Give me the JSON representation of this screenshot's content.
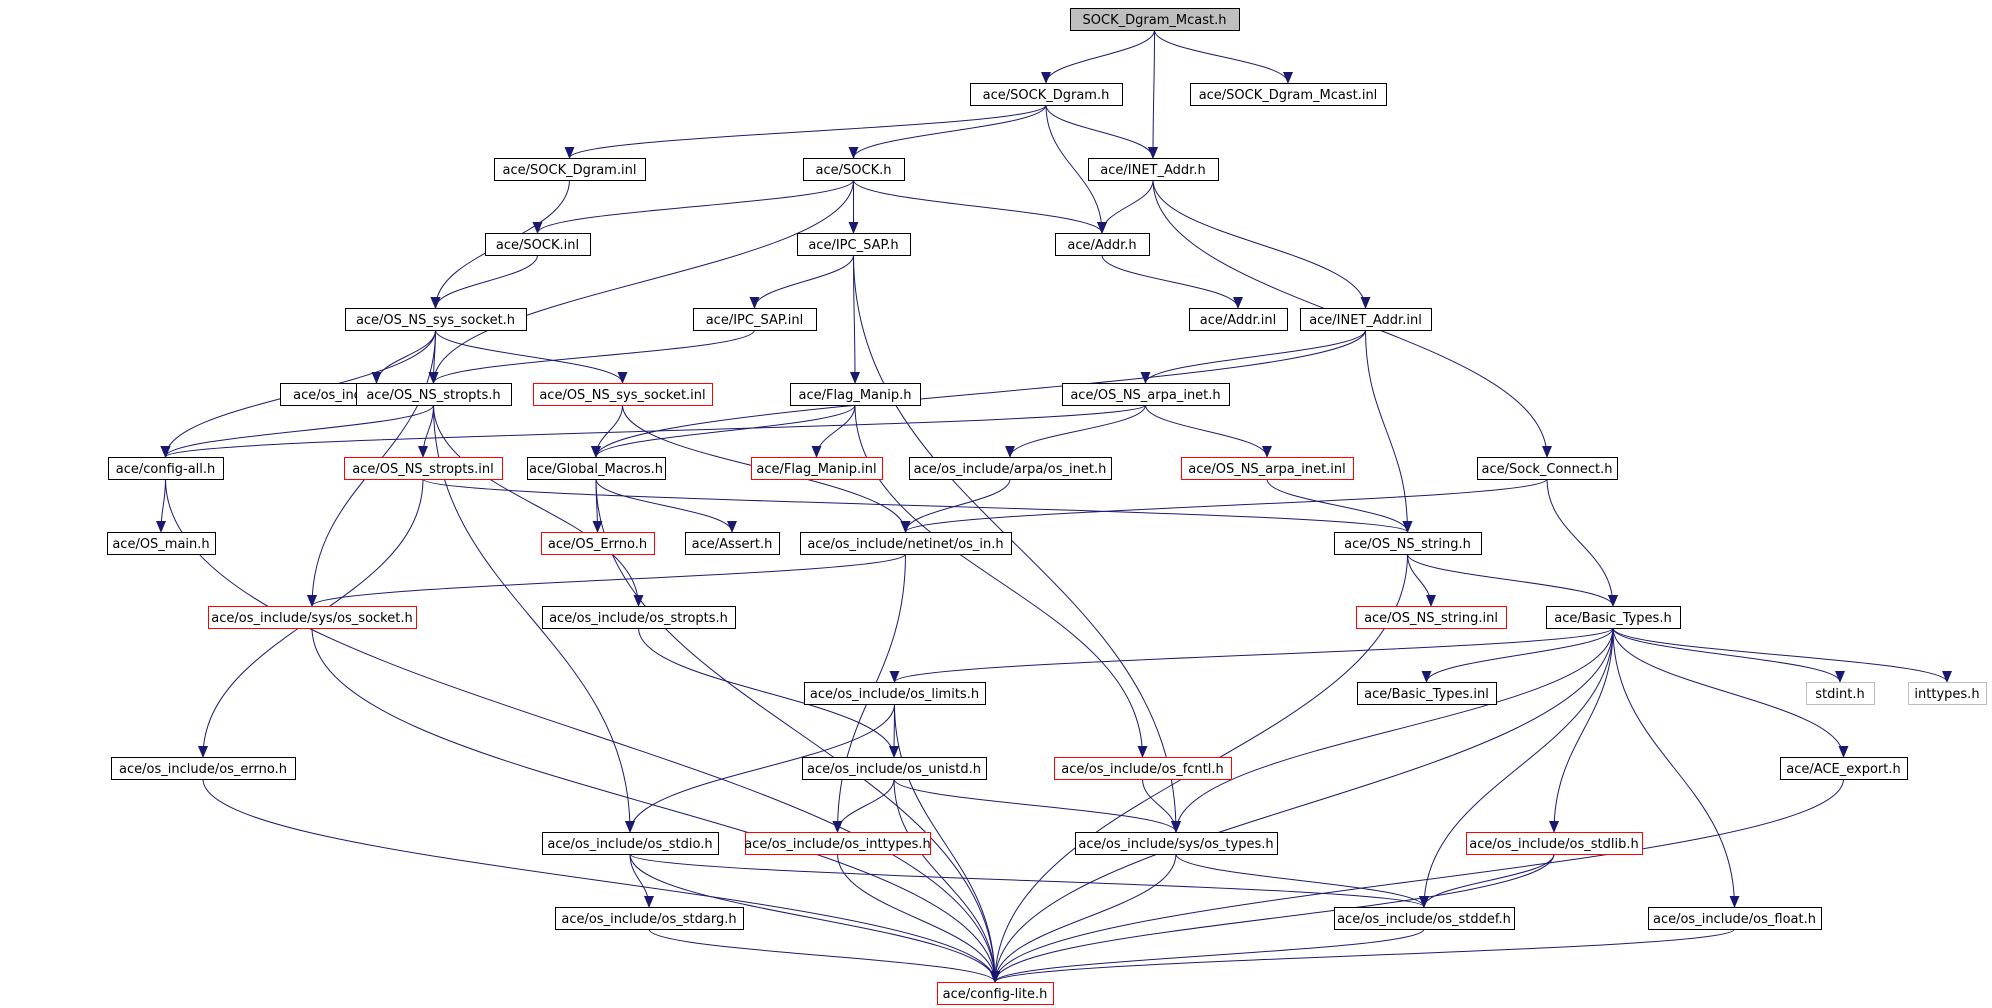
{
  "nodes": [
    {
      "id": "root",
      "label": "SOCK_Dgram_Mcast.h",
      "kind": "root"
    },
    {
      "id": "sock_dgram_h",
      "label": "ace/SOCK_Dgram.h",
      "kind": "normal"
    },
    {
      "id": "sock_dgram_mcast_inl",
      "label": "ace/SOCK_Dgram_Mcast.inl",
      "kind": "normal"
    },
    {
      "id": "sock_dgram_inl",
      "label": "ace/SOCK_Dgram.inl",
      "kind": "normal"
    },
    {
      "id": "sock_h",
      "label": "ace/SOCK.h",
      "kind": "normal"
    },
    {
      "id": "inet_addr_h",
      "label": "ace/INET_Addr.h",
      "kind": "normal"
    },
    {
      "id": "sock_inl",
      "label": "ace/SOCK.inl",
      "kind": "normal"
    },
    {
      "id": "ipc_sap_h",
      "label": "ace/IPC_SAP.h",
      "kind": "normal"
    },
    {
      "id": "addr_h",
      "label": "ace/Addr.h",
      "kind": "normal"
    },
    {
      "id": "os_ns_sys_socket_h",
      "label": "ace/OS_NS_sys_socket.h",
      "kind": "normal"
    },
    {
      "id": "ipc_sap_inl",
      "label": "ace/IPC_SAP.inl",
      "kind": "normal"
    },
    {
      "id": "addr_inl",
      "label": "ace/Addr.inl",
      "kind": "normal"
    },
    {
      "id": "inet_addr_inl",
      "label": "ace/INET_Addr.inl",
      "kind": "normal"
    },
    {
      "id": "os_if_h",
      "label": "ace/os_include/net/os_if.h",
      "kind": "normal"
    },
    {
      "id": "os_ns_stropts_h",
      "label": "ace/OS_NS_stropts.h",
      "kind": "normal"
    },
    {
      "id": "os_ns_sys_socket_inl",
      "label": "ace/OS_NS_sys_socket.inl",
      "kind": "truncated"
    },
    {
      "id": "flag_manip_h",
      "label": "ace/Flag_Manip.h",
      "kind": "normal"
    },
    {
      "id": "os_ns_arpa_inet_h",
      "label": "ace/OS_NS_arpa_inet.h",
      "kind": "normal"
    },
    {
      "id": "config_all_h",
      "label": "ace/config-all.h",
      "kind": "normal"
    },
    {
      "id": "os_ns_stropts_inl",
      "label": "ace/OS_NS_stropts.inl",
      "kind": "truncated"
    },
    {
      "id": "global_macros_h",
      "label": "ace/Global_Macros.h",
      "kind": "normal"
    },
    {
      "id": "flag_manip_inl",
      "label": "ace/Flag_Manip.inl",
      "kind": "truncated"
    },
    {
      "id": "arpa_os_inet_h",
      "label": "ace/os_include/arpa/os_inet.h",
      "kind": "normal"
    },
    {
      "id": "os_ns_arpa_inet_inl",
      "label": "ace/OS_NS_arpa_inet.inl",
      "kind": "truncated"
    },
    {
      "id": "sock_connect_h",
      "label": "ace/Sock_Connect.h",
      "kind": "normal"
    },
    {
      "id": "os_main_h",
      "label": "ace/OS_main.h",
      "kind": "normal"
    },
    {
      "id": "os_errno_ace_h",
      "label": "ace/OS_Errno.h",
      "kind": "truncated"
    },
    {
      "id": "assert_h",
      "label": "ace/Assert.h",
      "kind": "normal"
    },
    {
      "id": "netinet_os_in_h",
      "label": "ace/os_include/netinet/os_in.h",
      "kind": "normal"
    },
    {
      "id": "os_ns_string_h",
      "label": "ace/OS_NS_string.h",
      "kind": "normal"
    },
    {
      "id": "sys_os_socket_h",
      "label": "ace/os_include/sys/os_socket.h",
      "kind": "truncated"
    },
    {
      "id": "os_stropts_h",
      "label": "ace/os_include/os_stropts.h",
      "kind": "normal"
    },
    {
      "id": "os_ns_string_inl",
      "label": "ace/OS_NS_string.inl",
      "kind": "truncated"
    },
    {
      "id": "basic_types_h",
      "label": "ace/Basic_Types.h",
      "kind": "normal"
    },
    {
      "id": "os_limits_h",
      "label": "ace/os_include/os_limits.h",
      "kind": "normal"
    },
    {
      "id": "basic_types_inl",
      "label": "ace/Basic_Types.inl",
      "kind": "normal"
    },
    {
      "id": "stdint_h",
      "label": "stdint.h",
      "kind": "external"
    },
    {
      "id": "inttypes_h",
      "label": "inttypes.h",
      "kind": "external"
    },
    {
      "id": "os_errno_h",
      "label": "ace/os_include/os_errno.h",
      "kind": "normal"
    },
    {
      "id": "os_unistd_h",
      "label": "ace/os_include/os_unistd.h",
      "kind": "normal"
    },
    {
      "id": "os_fcntl_h",
      "label": "ace/os_include/os_fcntl.h",
      "kind": "truncated"
    },
    {
      "id": "ace_export_h",
      "label": "ace/ACE_export.h",
      "kind": "normal"
    },
    {
      "id": "os_stdio_h",
      "label": "ace/os_include/os_stdio.h",
      "kind": "normal"
    },
    {
      "id": "os_inttypes_h",
      "label": "ace/os_include/os_inttypes.h",
      "kind": "truncated"
    },
    {
      "id": "sys_os_types_h",
      "label": "ace/os_include/sys/os_types.h",
      "kind": "normal"
    },
    {
      "id": "os_stdlib_h",
      "label": "ace/os_include/os_stdlib.h",
      "kind": "truncated"
    },
    {
      "id": "os_stdarg_h",
      "label": "ace/os_include/os_stdarg.h",
      "kind": "normal"
    },
    {
      "id": "os_stddef_h",
      "label": "ace/os_include/os_stddef.h",
      "kind": "normal"
    },
    {
      "id": "os_float_h",
      "label": "ace/os_include/os_float.h",
      "kind": "normal"
    },
    {
      "id": "config_lite_h",
      "label": "ace/config-lite.h",
      "kind": "truncated"
    }
  ],
  "edges": [
    [
      "root",
      "sock_dgram_h"
    ],
    [
      "root",
      "inet_addr_h"
    ],
    [
      "root",
      "sock_dgram_mcast_inl"
    ],
    [
      "sock_dgram_h",
      "sock_dgram_inl"
    ],
    [
      "sock_dgram_h",
      "sock_h"
    ],
    [
      "sock_dgram_h",
      "addr_h"
    ],
    [
      "sock_dgram_h",
      "inet_addr_h"
    ],
    [
      "sock_dgram_inl",
      "os_ns_sys_socket_h"
    ],
    [
      "sock_h",
      "sock_inl"
    ],
    [
      "sock_h",
      "ipc_sap_h"
    ],
    [
      "sock_h",
      "addr_h"
    ],
    [
      "sock_h",
      "os_ns_stropts_h"
    ],
    [
      "sock_inl",
      "os_ns_sys_socket_h"
    ],
    [
      "inet_addr_h",
      "addr_h"
    ],
    [
      "inet_addr_h",
      "inet_addr_inl"
    ],
    [
      "inet_addr_h",
      "sock_connect_h"
    ],
    [
      "addr_h",
      "addr_inl"
    ],
    [
      "ipc_sap_h",
      "ipc_sap_inl"
    ],
    [
      "ipc_sap_h",
      "flag_manip_h"
    ],
    [
      "ipc_sap_h",
      "sys_os_types_h"
    ],
    [
      "ipc_sap_inl",
      "os_ns_stropts_h"
    ],
    [
      "os_ns_sys_socket_h",
      "os_if_h"
    ],
    [
      "os_ns_sys_socket_h",
      "os_ns_stropts_h"
    ],
    [
      "os_ns_sys_socket_h",
      "os_ns_sys_socket_inl"
    ],
    [
      "os_ns_sys_socket_h",
      "config_all_h"
    ],
    [
      "os_ns_sys_socket_h",
      "sys_os_socket_h"
    ],
    [
      "inet_addr_inl",
      "os_ns_arpa_inet_h"
    ],
    [
      "inet_addr_inl",
      "global_macros_h"
    ],
    [
      "inet_addr_inl",
      "os_ns_string_h"
    ],
    [
      "os_ns_stropts_h",
      "config_all_h"
    ],
    [
      "os_ns_stropts_h",
      "os_ns_stropts_inl"
    ],
    [
      "os_ns_stropts_h",
      "os_stropts_h"
    ],
    [
      "os_ns_stropts_h",
      "os_stdio_h"
    ],
    [
      "os_ns_sys_socket_inl",
      "global_macros_h"
    ],
    [
      "os_ns_sys_socket_inl",
      "netinet_os_in_h"
    ],
    [
      "flag_manip_h",
      "global_macros_h"
    ],
    [
      "flag_manip_h",
      "flag_manip_inl"
    ],
    [
      "flag_manip_h",
      "os_fcntl_h"
    ],
    [
      "os_ns_arpa_inet_h",
      "config_all_h"
    ],
    [
      "os_ns_arpa_inet_h",
      "arpa_os_inet_h"
    ],
    [
      "os_ns_arpa_inet_h",
      "os_ns_arpa_inet_inl"
    ],
    [
      "config_all_h",
      "os_main_h"
    ],
    [
      "config_all_h",
      "config_lite_h"
    ],
    [
      "os_ns_stropts_inl",
      "os_ns_string_h"
    ],
    [
      "os_ns_stropts_inl",
      "os_errno_h"
    ],
    [
      "global_macros_h",
      "os_errno_ace_h"
    ],
    [
      "global_macros_h",
      "assert_h"
    ],
    [
      "global_macros_h",
      "config_lite_h"
    ],
    [
      "arpa_os_inet_h",
      "netinet_os_in_h"
    ],
    [
      "os_ns_arpa_inet_inl",
      "os_ns_string_h"
    ],
    [
      "sock_connect_h",
      "netinet_os_in_h"
    ],
    [
      "sock_connect_h",
      "basic_types_h"
    ],
    [
      "netinet_os_in_h",
      "sys_os_socket_h"
    ],
    [
      "netinet_os_in_h",
      "os_inttypes_h"
    ],
    [
      "os_ns_string_h",
      "os_ns_string_inl"
    ],
    [
      "os_ns_string_h",
      "basic_types_h"
    ],
    [
      "os_ns_string_h",
      "config_lite_h"
    ],
    [
      "sys_os_socket_h",
      "config_lite_h"
    ],
    [
      "os_stropts_h",
      "os_unistd_h"
    ],
    [
      "basic_types_h",
      "os_limits_h"
    ],
    [
      "basic_types_h",
      "basic_types_inl"
    ],
    [
      "basic_types_h",
      "stdint_h"
    ],
    [
      "basic_types_h",
      "inttypes_h"
    ],
    [
      "basic_types_h",
      "ace_export_h"
    ],
    [
      "basic_types_h",
      "os_float_h"
    ],
    [
      "basic_types_h",
      "os_stdlib_h"
    ],
    [
      "basic_types_h",
      "os_stddef_h"
    ],
    [
      "basic_types_h",
      "sys_os_types_h"
    ],
    [
      "basic_types_h",
      "config_lite_h"
    ],
    [
      "os_limits_h",
      "os_unistd_h"
    ],
    [
      "os_limits_h",
      "os_stdio_h"
    ],
    [
      "os_limits_h",
      "config_lite_h"
    ],
    [
      "os_errno_h",
      "config_lite_h"
    ],
    [
      "os_unistd_h",
      "os_inttypes_h"
    ],
    [
      "os_unistd_h",
      "sys_os_types_h"
    ],
    [
      "os_unistd_h",
      "config_lite_h"
    ],
    [
      "os_fcntl_h",
      "sys_os_types_h"
    ],
    [
      "ace_export_h",
      "config_lite_h"
    ],
    [
      "os_stdio_h",
      "os_stdarg_h"
    ],
    [
      "os_stdio_h",
      "os_stddef_h"
    ],
    [
      "os_stdio_h",
      "config_lite_h"
    ],
    [
      "os_inttypes_h",
      "config_lite_h"
    ],
    [
      "sys_os_types_h",
      "os_stddef_h"
    ],
    [
      "sys_os_types_h",
      "config_lite_h"
    ],
    [
      "os_stdlib_h",
      "os_stddef_h"
    ],
    [
      "os_stdlib_h",
      "config_lite_h"
    ],
    [
      "os_stdarg_h",
      "config_lite_h"
    ],
    [
      "os_stddef_h",
      "config_lite_h"
    ],
    [
      "os_float_h",
      "config_lite_h"
    ]
  ],
  "colors": {
    "edge": "#191970",
    "normal_border": "#000000",
    "truncated_border": "#ff0000",
    "external_border": "#bfbfbf",
    "root_fill": "#bfbfbf",
    "node_fill": "#ffffff"
  }
}
